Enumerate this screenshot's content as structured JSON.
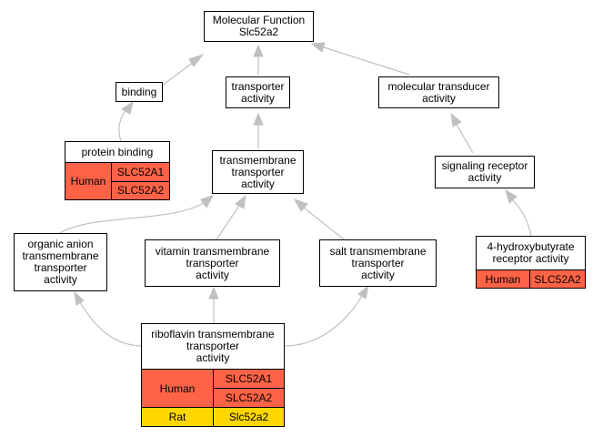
{
  "nodes": {
    "molecular_function": {
      "line1": "Molecular Function",
      "line2": "Slc52a2"
    },
    "binding": {
      "label": "binding"
    },
    "transporter_activity": {
      "line1": "transporter",
      "line2": "activity"
    },
    "molecular_transducer": {
      "line1": "molecular transducer",
      "line2": "activity"
    },
    "protein_binding": {
      "label": "protein binding",
      "species": "Human",
      "genes": [
        "SLC52A1",
        "SLC52A2"
      ]
    },
    "transmembrane_transporter": {
      "line1": "transmembrane",
      "line2": "transporter",
      "line3": "activity"
    },
    "signaling_receptor": {
      "line1": "signaling receptor",
      "line2": "activity"
    },
    "organic_anion": {
      "line1": "organic anion",
      "line2": "transmembrane",
      "line3": "transporter",
      "line4": "activity"
    },
    "vitamin_transmembrane": {
      "line1": "vitamin transmembrane",
      "line2": "transporter",
      "line3": "activity"
    },
    "salt_transmembrane": {
      "line1": "salt transmembrane",
      "line2": "transporter",
      "line3": "activity"
    },
    "hydroxybutyrate_receptor": {
      "line1": "4-hydroxybutyrate",
      "line2": "receptor activity",
      "species": "Human",
      "gene": "SLC52A2"
    },
    "riboflavin_transmembrane": {
      "line1": "riboflavin transmembrane",
      "line2": "transporter",
      "line3": "activity",
      "human": {
        "species": "Human",
        "genes": [
          "SLC52A1",
          "SLC52A2"
        ]
      },
      "rat": {
        "species": "Rat",
        "gene": "Slc52a2"
      }
    }
  },
  "colors": {
    "human": "#ff6347",
    "rat": "#ffd700",
    "edge": "#c0c0c0"
  }
}
